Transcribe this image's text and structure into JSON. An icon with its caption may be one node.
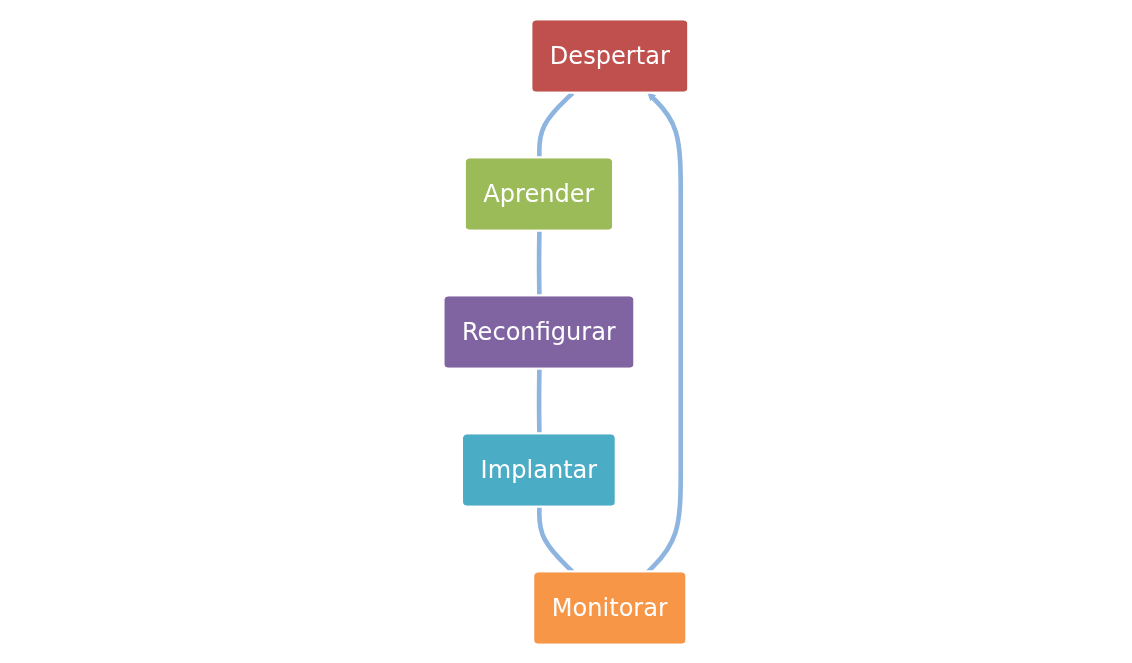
{
  "diagram": {
    "nodes": [
      {
        "text": [
          "Despertar"
        ]
      },
      {
        "text": [
          "Aprender"
        ]
      },
      {
        "text": [
          "Reconfigurar"
        ]
      },
      {
        "text": [
          "Implantar"
        ]
      },
      {
        "text": [
          "Monitorar"
        ]
      }
    ],
    "edges": [
      {
        "from": 0,
        "to": 1,
        "arrow": "none"
      },
      {
        "from": 1,
        "to": 2,
        "arrow": "none"
      },
      {
        "from": 2,
        "to": 3,
        "arrow": "none"
      },
      {
        "from": 3,
        "to": 4,
        "arrow": "none"
      },
      {
        "from": 4,
        "to": 0,
        "arrow": "to"
      }
    ]
  }
}
